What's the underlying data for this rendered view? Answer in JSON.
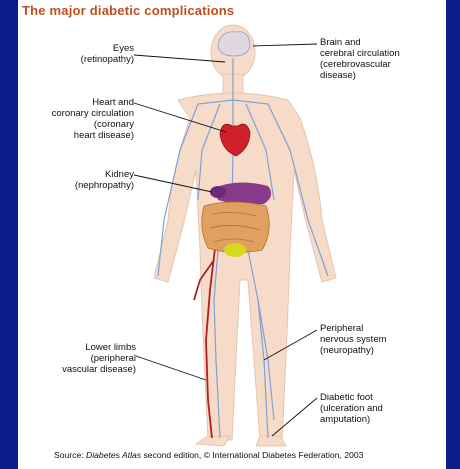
{
  "title": "The major diabetic complications",
  "labels": {
    "eyes": "Eyes\n(retinopathy)",
    "brain": "Brain and\ncerebral circulation\n(cerebrovascular\ndisease)",
    "heart": "Heart and\ncoronary circulation\n(coronary\nheart disease)",
    "kidney": "Kidney\n(nephropathy)",
    "lower_limbs": "Lower limbs\n(peripheral\nvascular disease)",
    "peripheral_nerves": "Peripheral\nnervous system\n(neuropathy)",
    "diabetic_foot": "Diabetic foot\n(ulceration and\namputation)"
  },
  "source": {
    "prefix": "Source: ",
    "book": "Diabetes Atlas",
    "suffix": " second edition, © International Diabetes Federation, 2003"
  },
  "colors": {
    "frame": "#0a1b8c",
    "title": "#c0501b",
    "skin": "#f6dcc8",
    "vein": "#7fa0d8",
    "artery": "#b21e25",
    "heart": "#d0202c",
    "liver": "#8a3a8a",
    "intestine": "#e0a060",
    "bladder": "#d8d820"
  }
}
